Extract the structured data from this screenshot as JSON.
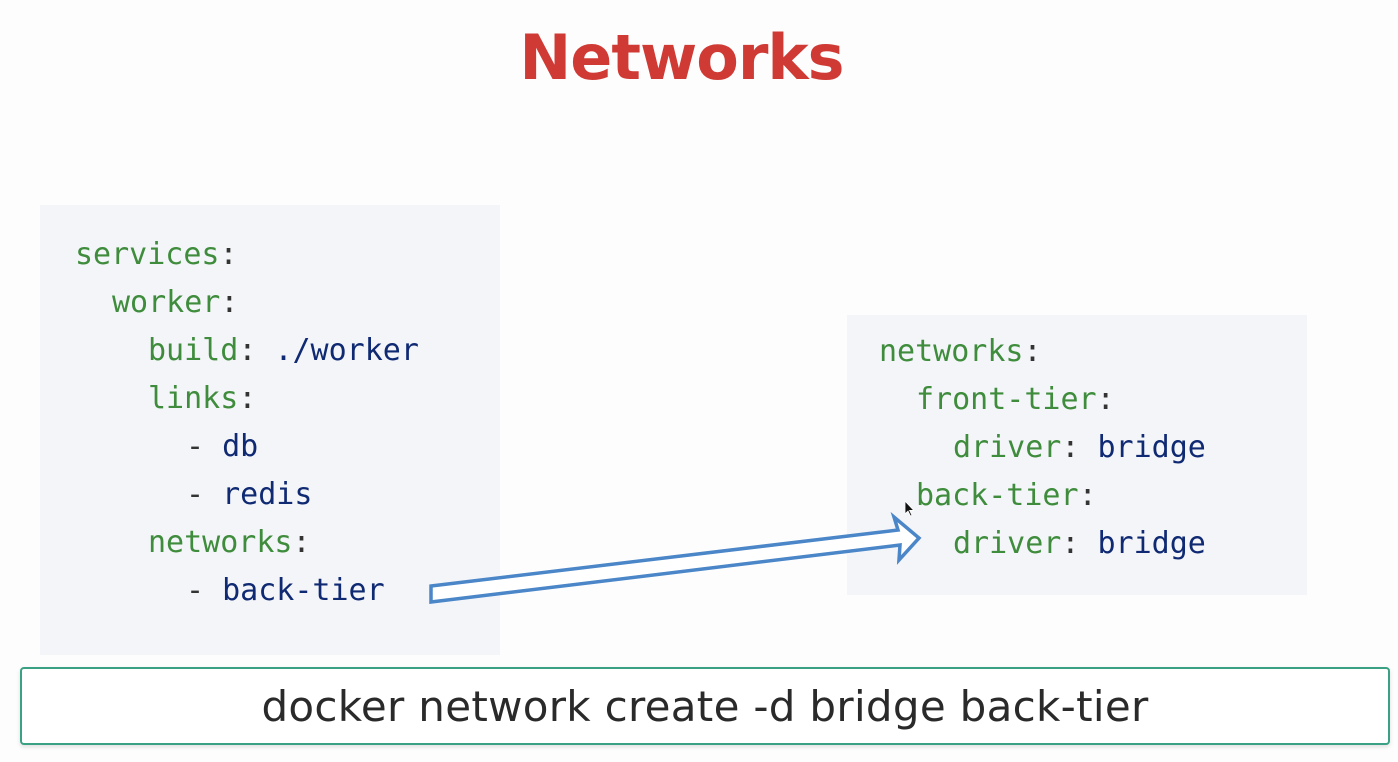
{
  "slide": {
    "title": "Networks"
  },
  "left_code": {
    "services_key": "services",
    "worker_key": "worker",
    "build_key": "build",
    "build_value": "./worker",
    "links_key": "links",
    "link_items": [
      "db",
      "redis"
    ],
    "networks_key": "networks",
    "network_items": [
      "back-tier"
    ]
  },
  "right_code": {
    "networks_key": "networks",
    "front_tier_key": "front-tier",
    "front_driver_key": "driver",
    "front_driver_value": "bridge",
    "back_tier_key": "back-tier",
    "back_driver_key": "driver",
    "back_driver_value": "bridge"
  },
  "syntax": {
    ":": ":",
    "-": "-"
  },
  "command_bar": {
    "text": "docker network create -d bridge back-tier"
  },
  "colors": {
    "title": "#d03a35",
    "yaml_key": "#3e8c3c",
    "yaml_value": "#0f2a73",
    "code_background": "#f4f5f9",
    "arrow": "#4a86c8",
    "command_border": "#3aa184"
  },
  "icons": {
    "arrow": "right-arrow-icon",
    "cursor": "mouse-cursor-icon"
  }
}
